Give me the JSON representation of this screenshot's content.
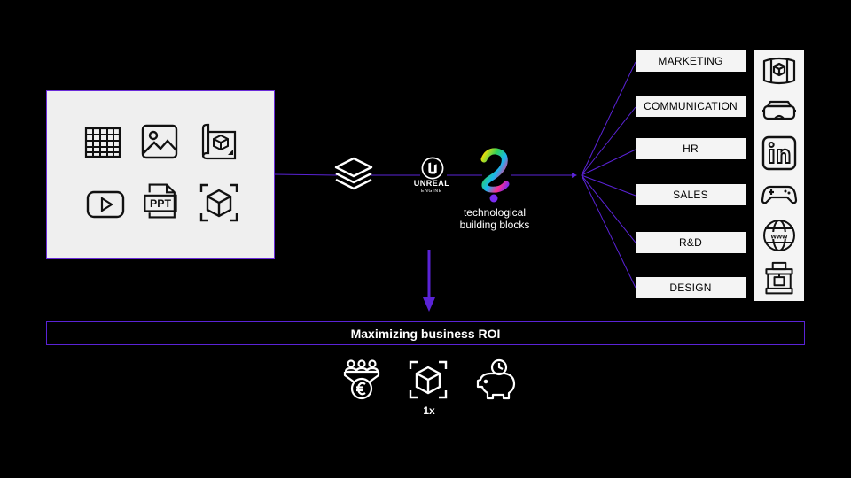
{
  "brand": {
    "unreal_title": "UNREAL",
    "unreal_subtitle": "ENGINE",
    "tech_label_line1": "technological",
    "tech_label_line2": "building blocks"
  },
  "departments": [
    {
      "label": "MARKETING"
    },
    {
      "label": "COMMUNICATION"
    },
    {
      "label": "HR"
    },
    {
      "label": "SALES"
    },
    {
      "label": "R&D"
    },
    {
      "label": "DESIGN"
    }
  ],
  "roi": {
    "title": "Maximizing business ROI",
    "multiplier": "1x"
  },
  "source_icons": [
    "spreadsheet-icon",
    "image-icon",
    "3d-blueprint-icon",
    "video-play-icon",
    "ppt-file-icon",
    "3d-cube-icon"
  ],
  "output_icons": [
    "3d-room-icon",
    "vr-headset-icon",
    "linkedin-icon",
    "gamepad-icon",
    "www-globe-icon",
    "3d-printer-icon"
  ],
  "roi_icons": [
    "people-funnel-euro-icon",
    "3d-cube-icon",
    "piggy-bank-icon"
  ],
  "colors": {
    "accent": "#5a23d6",
    "background": "#000000",
    "panel": "#efefef"
  }
}
